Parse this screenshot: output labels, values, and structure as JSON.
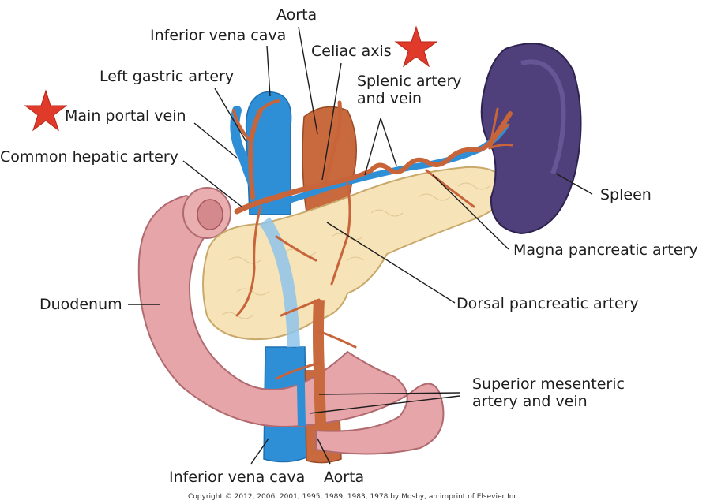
{
  "labels": {
    "aorta_top": "Aorta",
    "ivc_top": "Inferior vena cava",
    "celiac": "Celiac axis",
    "left_gastric": "Left gastric artery",
    "splenic": "Splenic artery\nand vein",
    "main_portal": "Main portal vein",
    "common_hepatic": "Common hepatic artery",
    "spleen": "Spleen",
    "magna": "Magna pancreatic artery",
    "duodenum": "Duodenum",
    "dorsal": "Dorsal pancreatic artery",
    "sma": "Superior mesenteric\nartery and vein",
    "ivc_bottom": "Inferior vena cava",
    "aorta_bottom": "Aorta"
  },
  "copyright": "Copyright © 2012, 2006, 2001, 1995, 1989, 1983, 1978 by Mosby, an imprint of Elsevier Inc.",
  "colors": {
    "star": "#e03a2a",
    "vein": "#2f8fd6",
    "artery": "#c8643a",
    "pancreas": "#f6e3b8",
    "duodenum": "#e6a5a8",
    "spleen": "#4f3f7a"
  }
}
